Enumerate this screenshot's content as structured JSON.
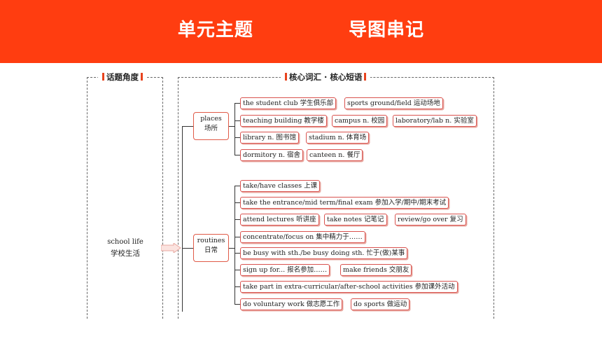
{
  "header": {
    "title": "单元主题    导图串记",
    "color": "#ff3d10"
  },
  "left_panel": {
    "label": "话题角度"
  },
  "right_panel": {
    "label": "核心词汇 · 核心短语"
  },
  "topic": {
    "en": "school life",
    "zh": "学校生活"
  },
  "categories": [
    {
      "en": "places",
      "zh": "场所",
      "rows": [
        [
          "the student club 学生俱乐部",
          "sports ground/field 运动场地"
        ],
        [
          "teaching building 教学楼",
          "campus n. 校园",
          "laboratory/lab n. 实验室"
        ],
        [
          "library n. 图书馆",
          "stadium n. 体育场"
        ],
        [
          "dormitory n. 宿舍",
          "canteen n. 餐厅"
        ]
      ]
    },
    {
      "en": "routines",
      "zh": "日常",
      "rows": [
        [
          "take/have classes 上课"
        ],
        [
          "take the entrance/mid term/final exam 参加入学/期中/期末考试"
        ],
        [
          "attend lectures 听讲座",
          "take notes 记笔记",
          "review/go over 复习"
        ],
        [
          "concentrate/focus on 集中精力于……"
        ],
        [
          "be busy with sth./be busy doing sth. 忙于(做)某事"
        ],
        [
          "sign up for... 报名参加……",
          "make friends 交朋友"
        ],
        [
          "take part in extra-curricular/after-school activities 参加课外活动"
        ],
        [
          "do voluntary work 做志愿工作",
          "do sports 做运动"
        ]
      ]
    }
  ]
}
